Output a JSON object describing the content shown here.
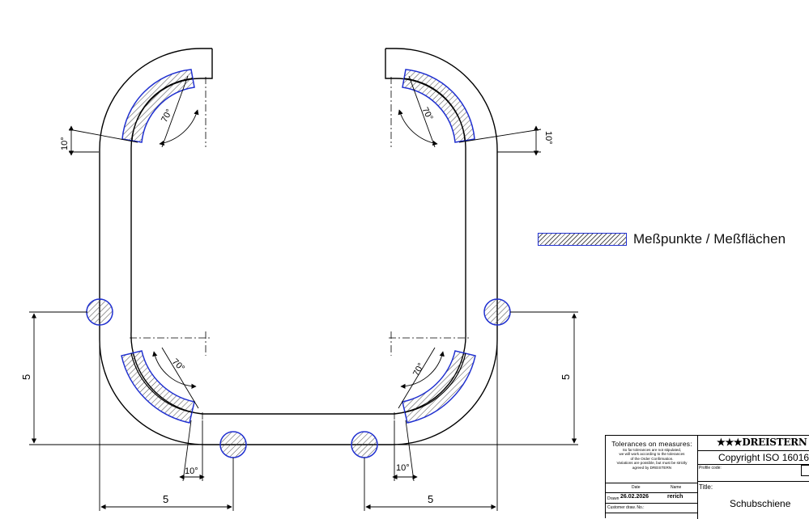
{
  "dimensions": {
    "bottom_left_width": "5",
    "bottom_right_width": "5",
    "left_height": "5",
    "right_height": "5",
    "top_left_angle_10": "10°",
    "top_right_angle_10": "10°",
    "top_left_angle_70": "70°",
    "top_right_angle_70": "70°",
    "bottom_left_angle_70": "70°",
    "bottom_right_angle_70": "70°",
    "bottom_left_angle_10": "10°",
    "bottom_right_angle_10": "10°"
  },
  "legend": {
    "label": "Meßpunkte / Meßflächen",
    "hatch_border_color": "#2030d0"
  },
  "title_block": {
    "tolerance_heading": "Tolerances on measures:",
    "tolerance_lines": [
      "So far tolerances are not stipulated,",
      "we will work according to the tolerances",
      "of the Order Confirmation.",
      "Variations are possible, but must be strictly",
      "agreed by DREISTERN"
    ],
    "date_header": "Date",
    "name_header": "Name",
    "drawn_label": "Drawn",
    "drawn_date": "26.02.2026",
    "drawn_name": "rerich",
    "customer_drawing_label": "Customer draw. No.:",
    "logo": "★★★DREISTERN",
    "copyright": "Copyright ISO 16016",
    "profile_code_label": "Profile code:",
    "title_label": "Title:",
    "title": "Schubschiene"
  }
}
